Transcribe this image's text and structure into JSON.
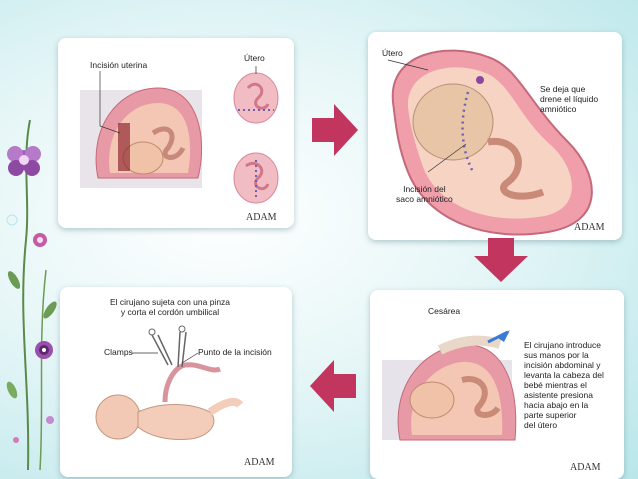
{
  "panels": {
    "p1": {
      "label_incision": "Incisión uterina",
      "label_uterus": "Útero",
      "logo": "ADAM"
    },
    "p2": {
      "label_uterus": "Útero",
      "label_drain": "Se deja que\ndrene el líquido\namniótico",
      "label_sac": "Incisión del\nsaco amniótico",
      "logo": "ADAM"
    },
    "p3": {
      "label_title": "Cesárea",
      "label_desc": "El cirujano introduce\nsus manos por la\nincisión abdominal y\nlevanta la cabeza del\nbebé mientras el\nasistente presiona\nhacia abajo en la\nparte superior\ndel útero",
      "logo": "ADAM"
    },
    "p4": {
      "label_title": "El cirujano sujeta con una pinza\ny corta el cordón umbilical",
      "label_clamps": "Clamps",
      "label_point": "Punto de la incisión",
      "logo": "ADAM"
    }
  },
  "colors": {
    "arrow": "#c2355f",
    "flower": "#9b4fb0",
    "stem": "#5a8a4a"
  }
}
